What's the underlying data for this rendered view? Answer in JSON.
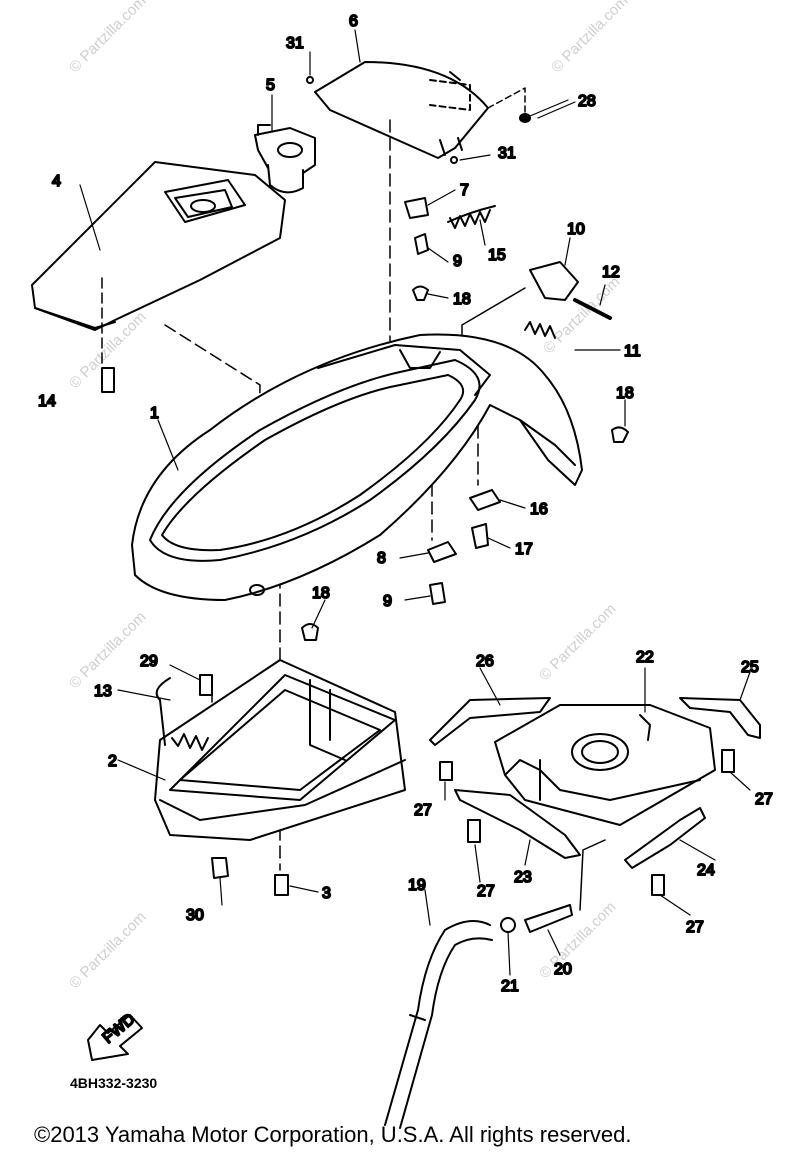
{
  "watermark": "© Partzilla.com",
  "part_numbers": [
    "1",
    "2",
    "3",
    "4",
    "5",
    "6",
    "7",
    "8",
    "9",
    "10",
    "11",
    "12",
    "13",
    "14",
    "15",
    "16",
    "17",
    "18",
    "19",
    "20",
    "21",
    "22",
    "23",
    "24",
    "25",
    "26",
    "27",
    "28",
    "29",
    "30",
    "31"
  ],
  "labels": {
    "n1": "1",
    "n2": "2",
    "n3": "3",
    "n4": "4",
    "n5": "5",
    "n6": "6",
    "n7": "7",
    "n8": "8",
    "n9a": "9",
    "n9b": "9",
    "n10": "10",
    "n11": "11",
    "n12": "12",
    "n13": "13",
    "n14": "14",
    "n15": "15",
    "n16": "16",
    "n17": "17",
    "n18a": "18",
    "n18b": "18",
    "n18c": "18",
    "n19": "19",
    "n20": "20",
    "n21": "21",
    "n22": "22",
    "n23": "23",
    "n24": "24",
    "n25": "25",
    "n26": "26",
    "n27a": "27",
    "n27b": "27",
    "n27c": "27",
    "n27d": "27",
    "n28": "28",
    "n29": "29",
    "n30": "30",
    "n31a": "31",
    "n31b": "31"
  },
  "fwd_label": "FWD",
  "drawing_code": "4BH332-3230",
  "copyright": "©2013  Yamaha Motor Corporation, U.S.A. All rights reserved."
}
